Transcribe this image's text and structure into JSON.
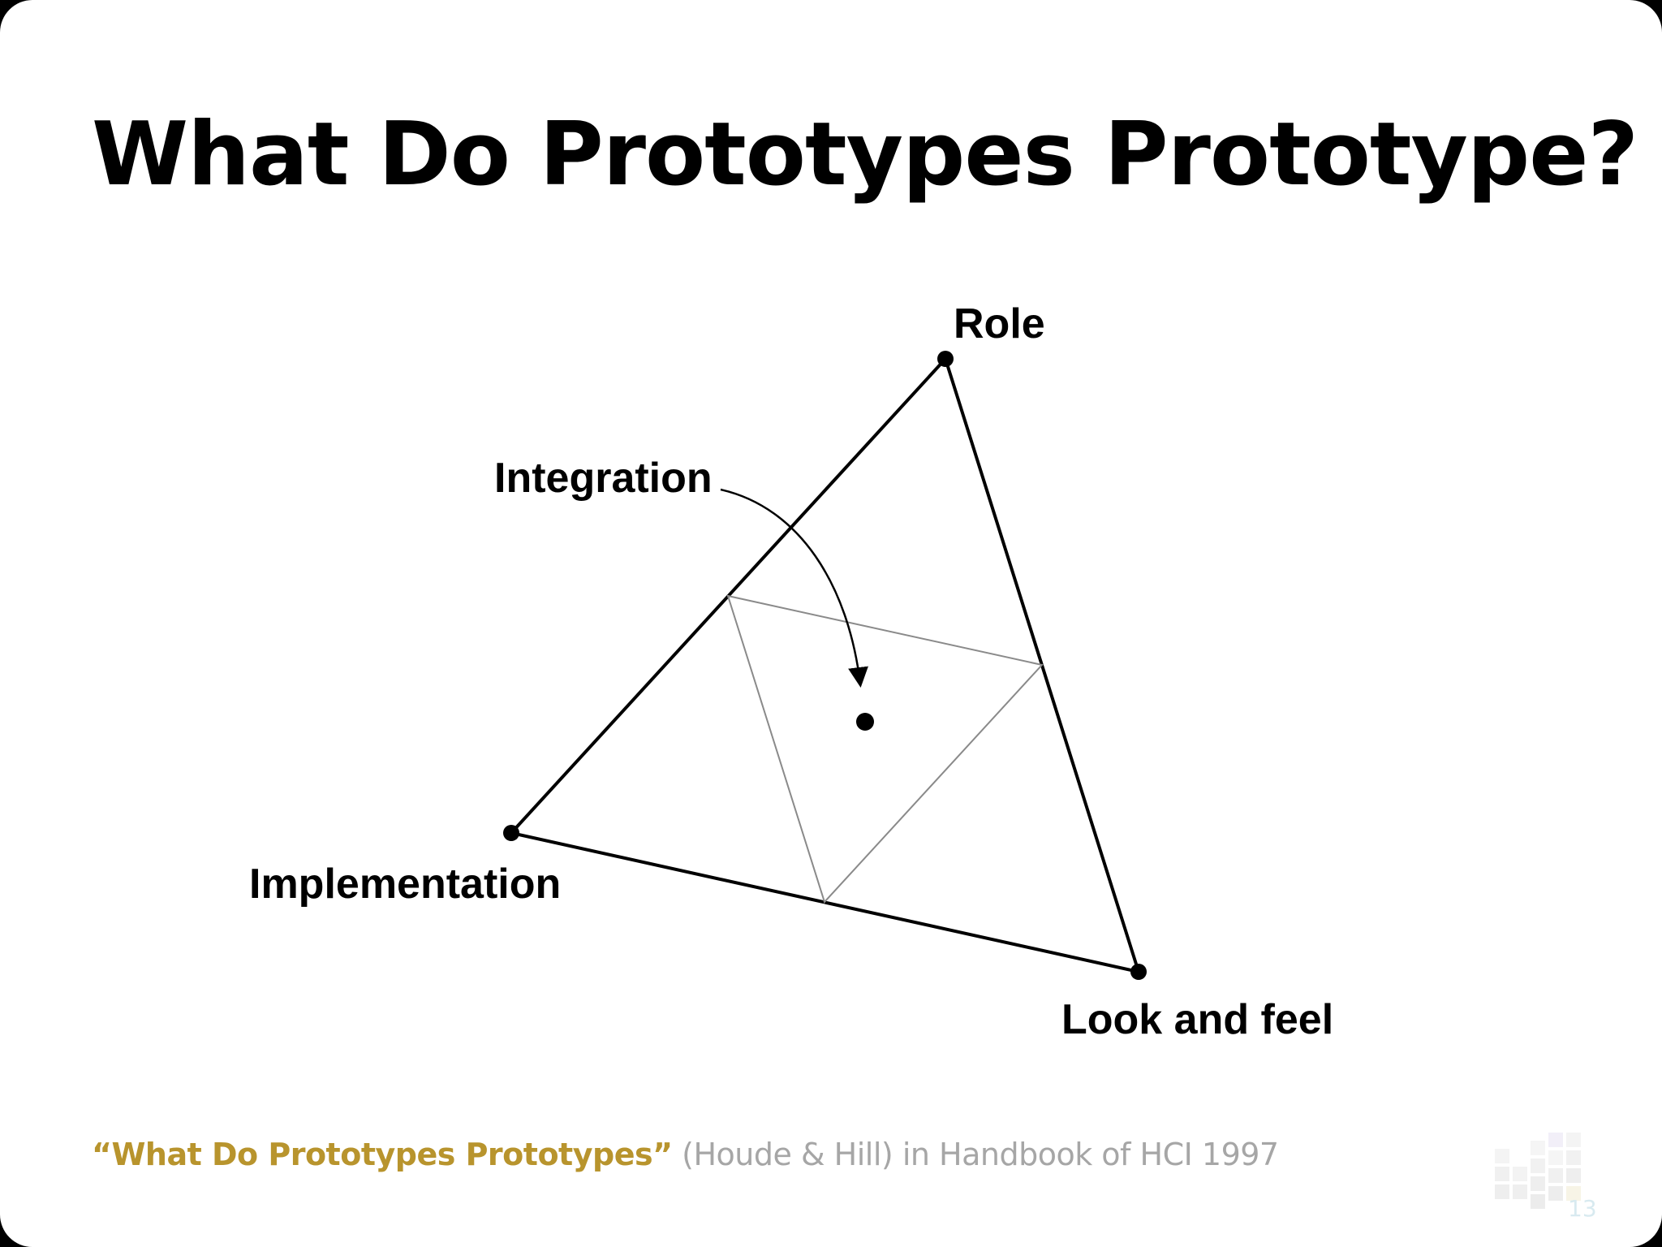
{
  "slide": {
    "title": "What Do Prototypes Prototype?",
    "number": "13"
  },
  "diagram": {
    "vertices": {
      "role": "Role",
      "implementation": "Implementation",
      "look_and_feel": "Look and feel"
    },
    "center_label": "Integration"
  },
  "citation": {
    "title": "“What Do Prototypes Prototypes”",
    "rest": " (Houde & Hill) in Handbook of HCI 1997"
  }
}
